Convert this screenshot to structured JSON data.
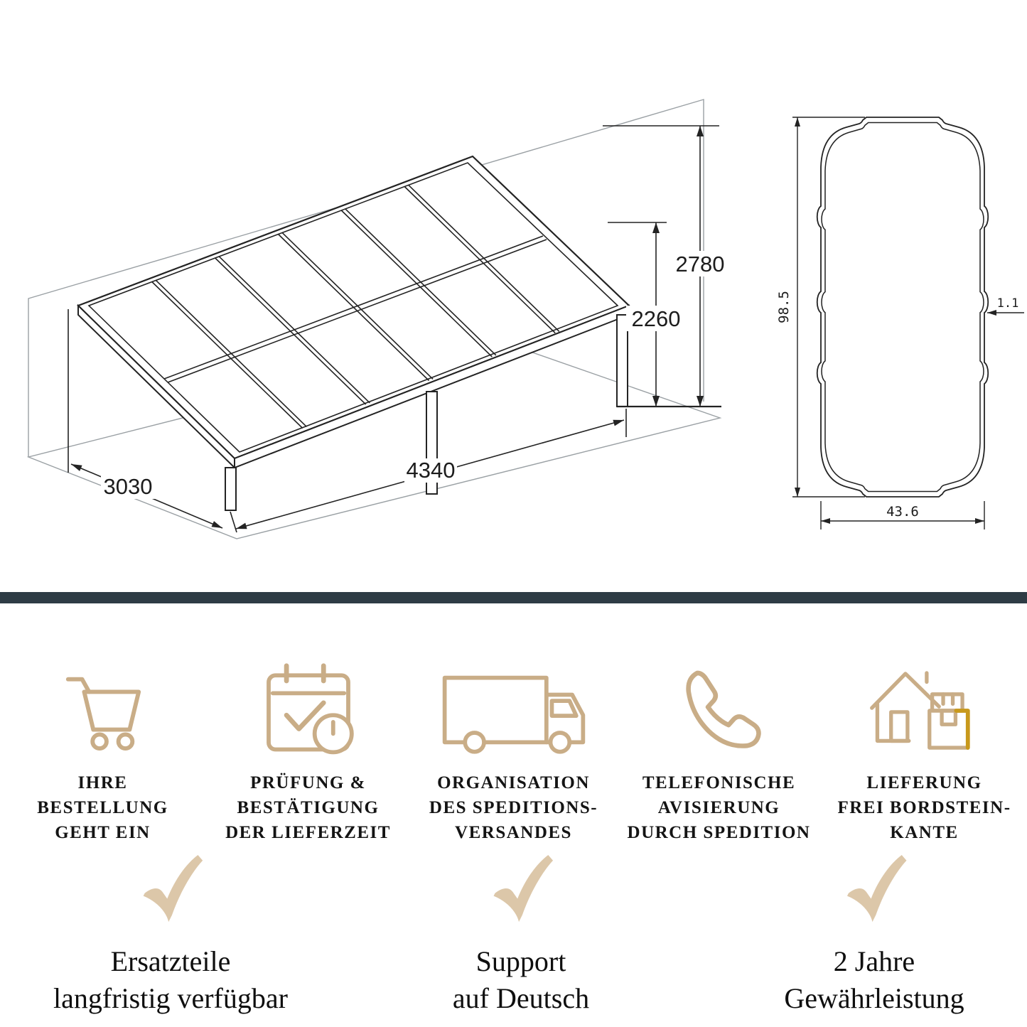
{
  "page": {
    "background": "#ffffff"
  },
  "divider": {
    "color": "#2e3c45"
  },
  "palette": {
    "drawing_line": "#232323",
    "scaffold_gray": "#9aa0a4",
    "icon_tan": "#c9ad87",
    "gold_accent": "#c8991c",
    "check_tan": "#dcc7a9",
    "caption_text": "#141414"
  },
  "drawing": {
    "dim_total_height": "2780",
    "dim_clear_height": "2260",
    "dim_width": "4340",
    "dim_depth": "3030"
  },
  "profile": {
    "dim_height": "98.5",
    "dim_wall_thickness": "1.1",
    "dim_width": "43.6"
  },
  "steps": [
    {
      "icon": "cart-icon",
      "label": "IHRE\nBESTELLUNG\nGEHT EIN"
    },
    {
      "icon": "calendar-check-icon",
      "label": "PRÜFUNG &\nBESTÄTIGUNG\nDER LIEFERZEIT"
    },
    {
      "icon": "truck-icon",
      "label": "ORGANISATION\nDES SPEDITIONS-\nVERSANDES"
    },
    {
      "icon": "phone-icon",
      "label": "TELEFONISCHE\nAVISIERUNG\nDURCH SPEDITION"
    },
    {
      "icon": "house-delivery-icon",
      "label": "LIEFERUNG\nFREI BORDSTEIN-\nKANTE"
    }
  ],
  "benefits": [
    {
      "icon": "check-icon",
      "label": "Ersatzteile\nlangfristig verfügbar"
    },
    {
      "icon": "check-icon",
      "label": "Support\nauf Deutsch"
    },
    {
      "icon": "check-icon",
      "label": "2 Jahre\nGewährleistung"
    }
  ]
}
